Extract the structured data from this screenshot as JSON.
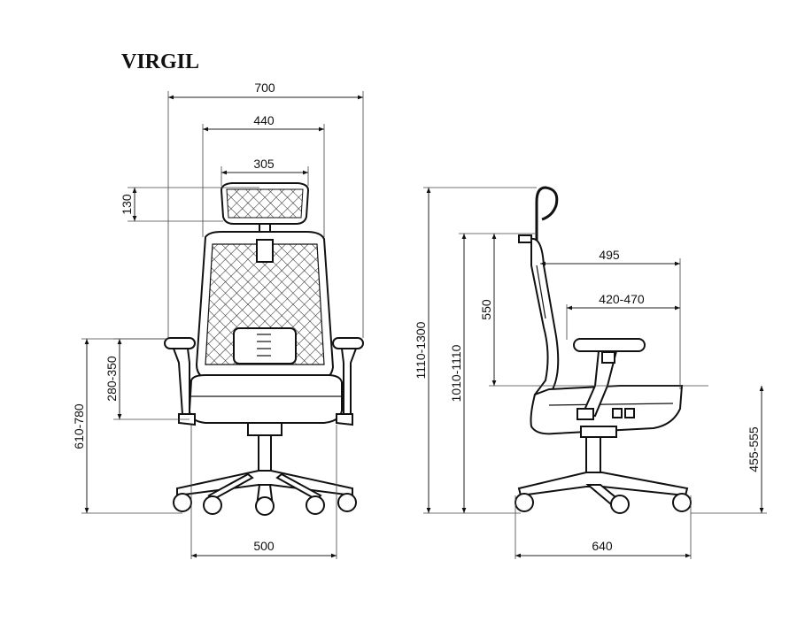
{
  "title": "VIRGIL",
  "dimensions": {
    "front_width_overall": "700",
    "front_width_back": "440",
    "front_width_headrest": "305",
    "headrest_height_adj": "130",
    "armrest_height_range": "280-350",
    "armrest_floor_range": "610-780",
    "base_width": "500",
    "side_overall_height": "1110-1300",
    "side_back_height": "1010-1110",
    "backrest_height": "550",
    "seat_depth": "495",
    "seat_depth_adj": "420-470",
    "seat_height": "455-555",
    "side_base_depth": "640"
  },
  "colors": {
    "line": "#111111",
    "background": "#ffffff"
  }
}
